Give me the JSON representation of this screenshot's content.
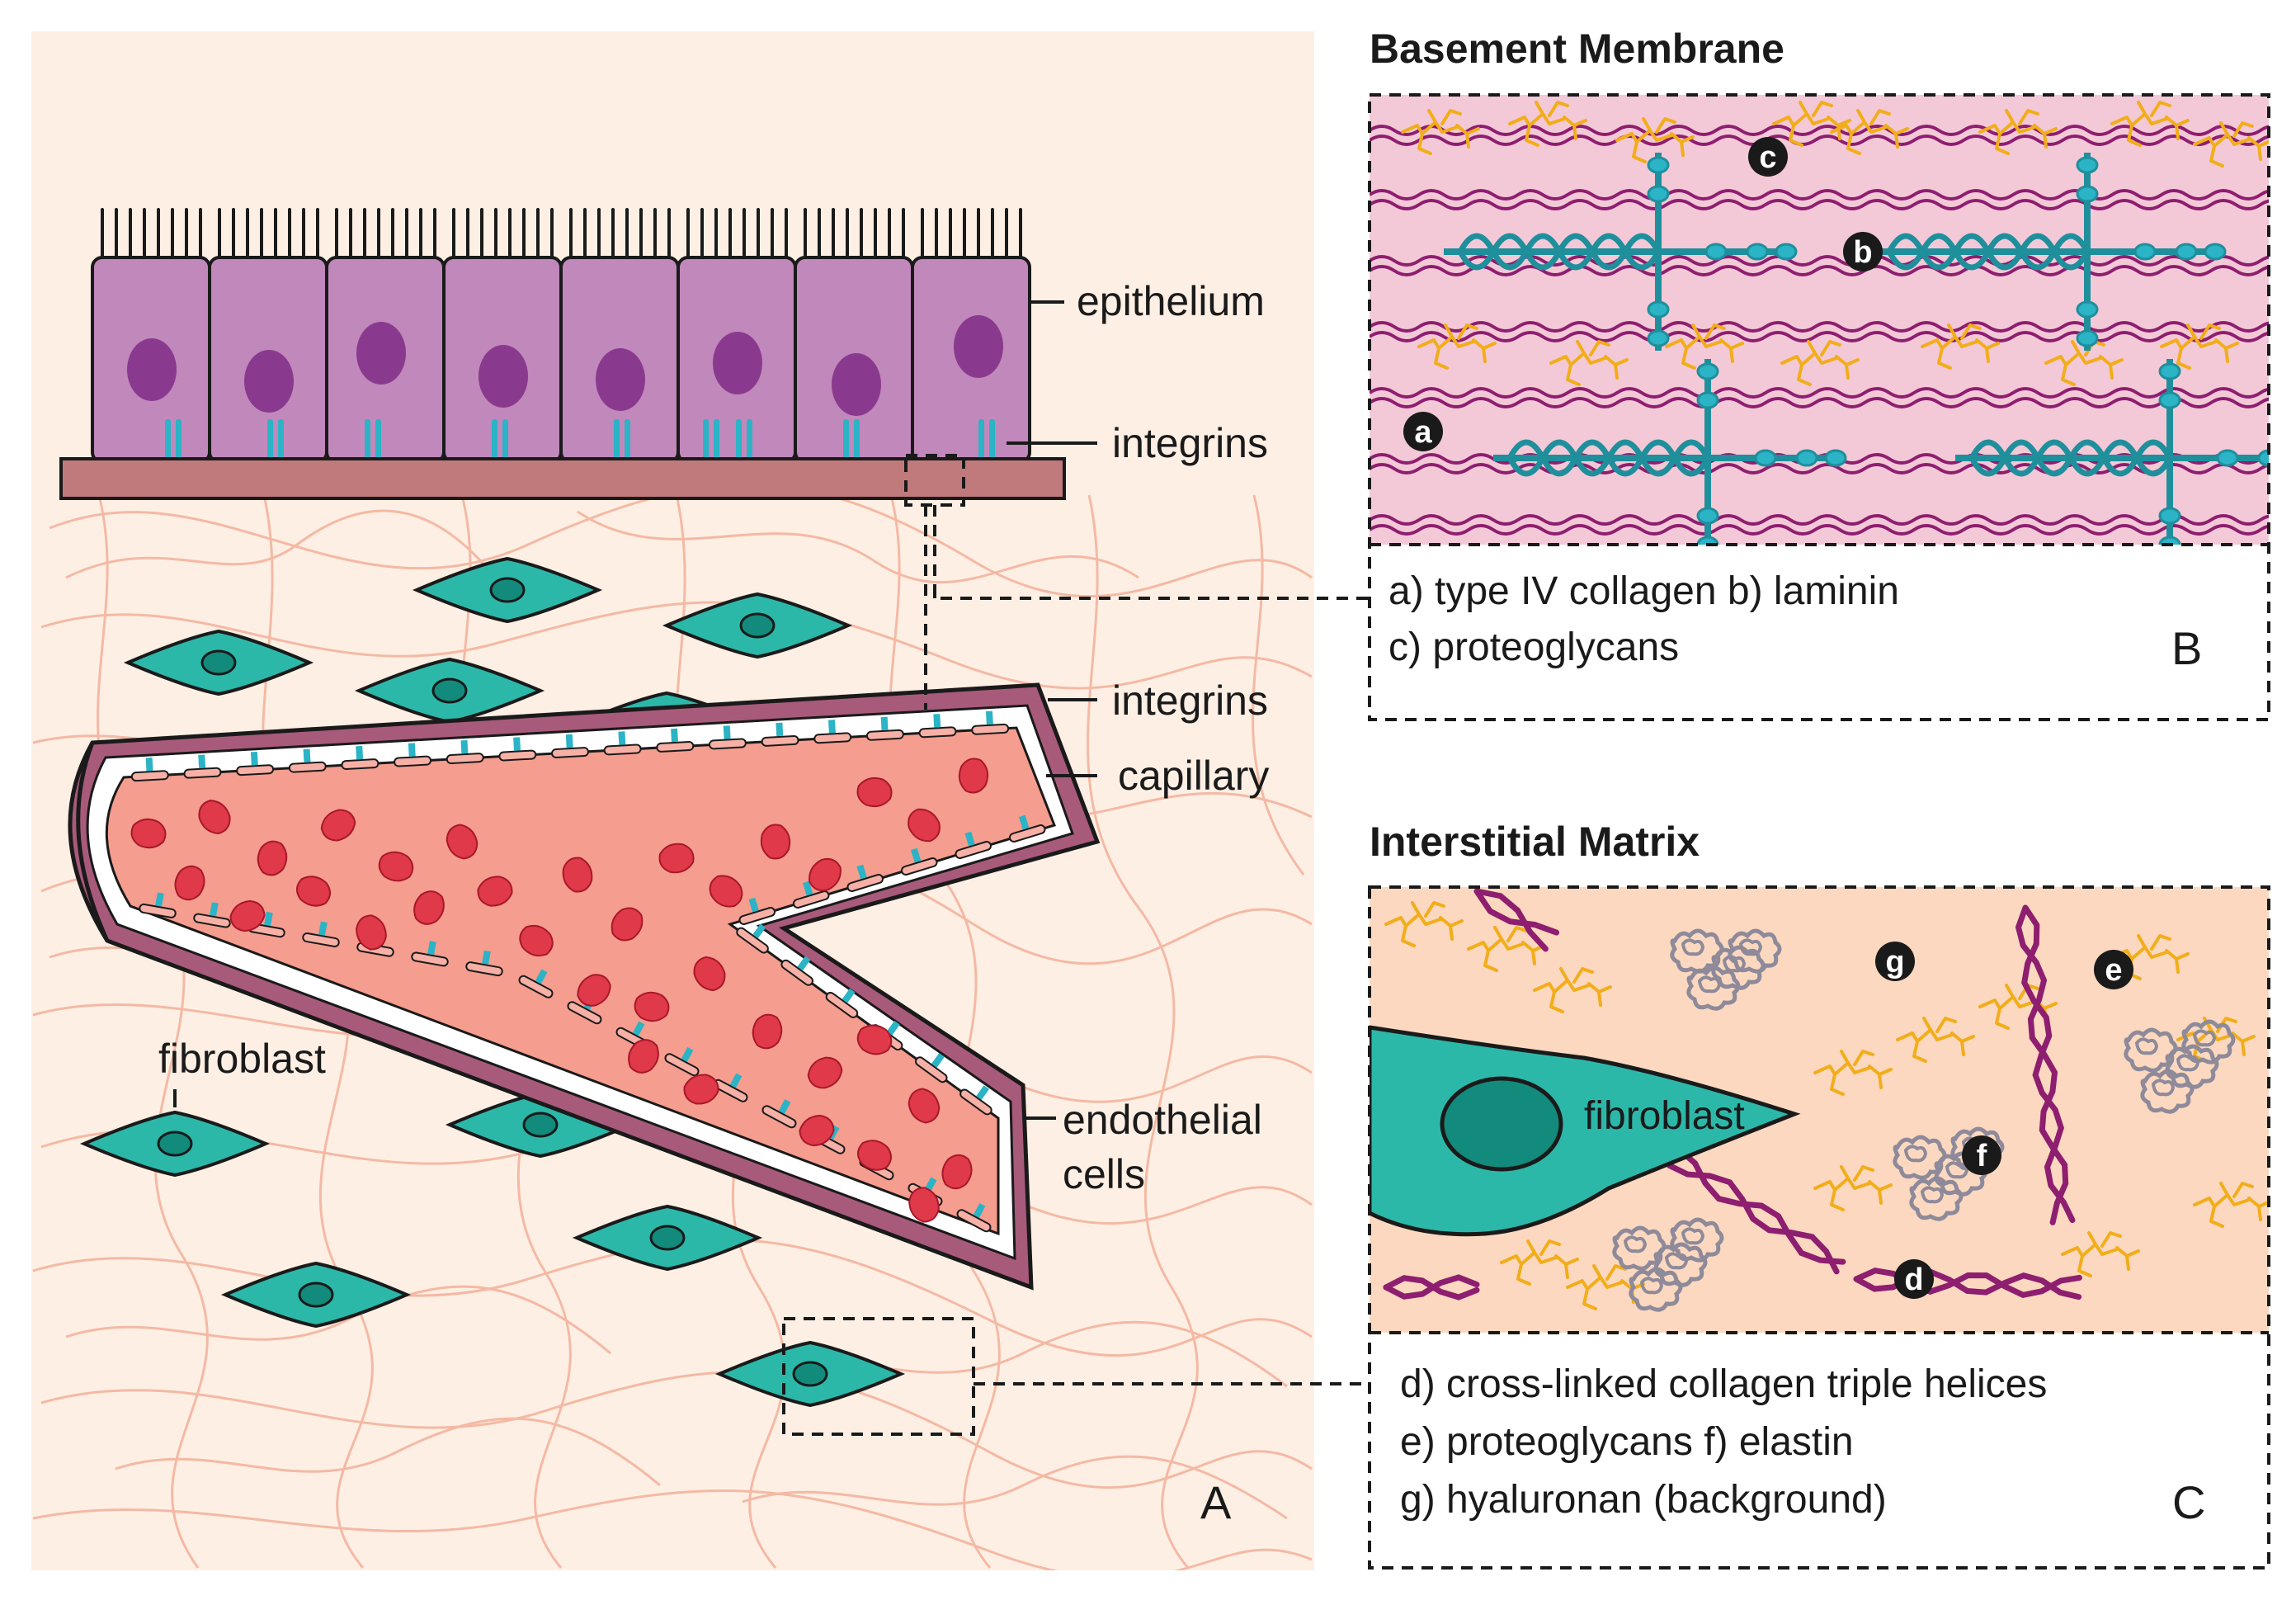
{
  "panel_a": {
    "letter": "A",
    "labels": {
      "epithelium": "epithelium",
      "integrins_top": "integrins",
      "integrins_mid": "integrins",
      "capillary": "capillary",
      "endothelial_line1": "endothelial",
      "endothelial_line2": "cells",
      "fibroblast": "fibroblast"
    }
  },
  "panel_b": {
    "title": "Basement Membrane",
    "letter": "B",
    "badges": {
      "a": "a",
      "b": "b",
      "c": "c"
    },
    "legend": {
      "line1": "a) type IV collagen  b) laminin",
      "line2": "c) proteoglycans"
    }
  },
  "panel_c": {
    "title": "Interstitial Matrix",
    "letter": "C",
    "fibroblast_label": "fibroblast",
    "badges": {
      "d": "d",
      "e": "e",
      "f": "f",
      "g": "g"
    },
    "legend": {
      "line1": "d) cross-linked collagen triple helices",
      "line2": "e) proteoglycans  f) elastin",
      "line3": "g) hyaluronan (background)"
    }
  },
  "colors": {
    "panel_a_bg": "#fdefe4",
    "epithelium": "#c088bb",
    "nucleus": "#8a3a8e",
    "integrin": "#2bb3c6",
    "basement_band": "#c07a7c",
    "fiber": "#f4b49e",
    "fibroblast": "#2cb8a9",
    "capillary_outer": "#a85a7a",
    "capillary_lumen": "#f59d8e",
    "rbc": "#e0394a",
    "bm_bg": "#f3c9d7",
    "im_bg": "#fbd8bf",
    "laminin": "#1f8f9c",
    "proteoglycan": "#f2ad1a",
    "collagen_iv": "#8e1e6f",
    "elastin": "#8e8a9a"
  }
}
